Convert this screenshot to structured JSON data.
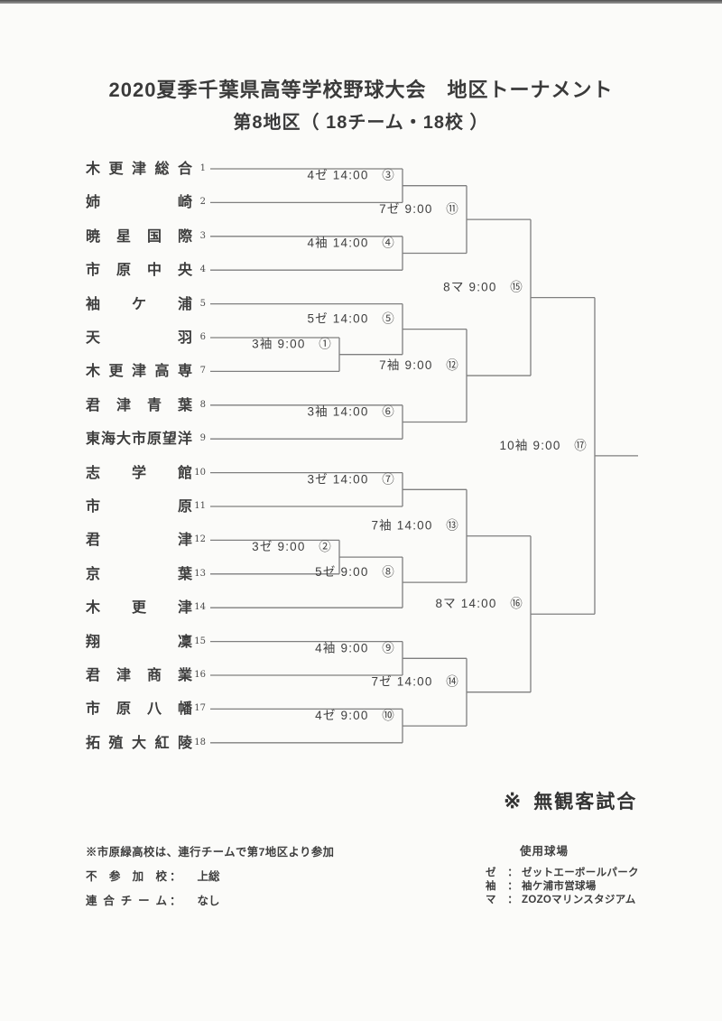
{
  "page": {
    "title": "2020夏季千葉県高等学校野球大会　地区トーナメント",
    "subtitle": "第8地区（ 18チーム・18校 ）"
  },
  "colors": {
    "ink": "#3e3e3e",
    "line": "#7f7f7f"
  },
  "teams": [
    {
      "seed": "1",
      "name": "木更津総合"
    },
    {
      "seed": "2",
      "name": "姉崎"
    },
    {
      "seed": "3",
      "name": "暁星国際"
    },
    {
      "seed": "4",
      "name": "市原中央"
    },
    {
      "seed": "5",
      "name": "袖ケ浦"
    },
    {
      "seed": "6",
      "name": "天羽"
    },
    {
      "seed": "7",
      "name": "木更津高専"
    },
    {
      "seed": "8",
      "name": "君津青葉"
    },
    {
      "seed": "9",
      "name": "東海大市原望洋"
    },
    {
      "seed": "10",
      "name": "志学館"
    },
    {
      "seed": "11",
      "name": "市原"
    },
    {
      "seed": "12",
      "name": "君津"
    },
    {
      "seed": "13",
      "name": "京葉"
    },
    {
      "seed": "14",
      "name": "木更津"
    },
    {
      "seed": "15",
      "name": "翔凜"
    },
    {
      "seed": "16",
      "name": "君津商業"
    },
    {
      "seed": "17",
      "name": "市原八幡"
    },
    {
      "seed": "18",
      "name": "拓殖大紅陵"
    }
  ],
  "bracket": {
    "matches": [
      {
        "id": "m1",
        "circle": "①",
        "schedule": "3袖 9:00",
        "round": "pod",
        "a": "t6",
        "b": "t7"
      },
      {
        "id": "m2",
        "circle": "②",
        "schedule": "3ゼ 9:00",
        "round": "pod",
        "a": "t12",
        "b": "t13"
      },
      {
        "id": "m3",
        "circle": "③",
        "schedule": "4ゼ 14:00",
        "round": "r1",
        "a": "t1",
        "b": "t2"
      },
      {
        "id": "m4",
        "circle": "④",
        "schedule": "4袖 14:00",
        "round": "r1",
        "a": "t3",
        "b": "t4"
      },
      {
        "id": "m5",
        "circle": "⑤",
        "schedule": "5ゼ 14:00",
        "round": "r1",
        "a": "t5",
        "b": "m1"
      },
      {
        "id": "m6",
        "circle": "⑥",
        "schedule": "3袖 14:00",
        "round": "r1",
        "a": "t8",
        "b": "t9"
      },
      {
        "id": "m7",
        "circle": "⑦",
        "schedule": "3ゼ 14:00",
        "round": "r1",
        "a": "t10",
        "b": "t11"
      },
      {
        "id": "m8",
        "circle": "⑧",
        "schedule": "5ゼ 9:00",
        "round": "r1",
        "a": "m2",
        "b": "t14"
      },
      {
        "id": "m9",
        "circle": "⑨",
        "schedule": "4袖 9:00",
        "round": "r1",
        "a": "t15",
        "b": "t16"
      },
      {
        "id": "m10",
        "circle": "⑩",
        "schedule": "4ゼ 9:00",
        "round": "r1",
        "a": "t17",
        "b": "t18"
      },
      {
        "id": "m11",
        "circle": "⑪",
        "schedule": "7ゼ 9:00",
        "round": "r2",
        "a": "m3",
        "b": "m4"
      },
      {
        "id": "m12",
        "circle": "⑫",
        "schedule": "7袖 9:00",
        "round": "r2",
        "a": "m5",
        "b": "m6"
      },
      {
        "id": "m13",
        "circle": "⑬",
        "schedule": "7袖 14:00",
        "round": "r2",
        "a": "m7",
        "b": "m8"
      },
      {
        "id": "m14",
        "circle": "⑭",
        "schedule": "7ゼ 14:00",
        "round": "r2",
        "a": "m9",
        "b": "m10"
      },
      {
        "id": "m15",
        "circle": "⑮",
        "schedule": "8マ 9:00",
        "round": "r3",
        "a": "m11",
        "b": "m12"
      },
      {
        "id": "m16",
        "circle": "⑯",
        "schedule": "8マ 14:00",
        "round": "r3",
        "a": "m13",
        "b": "m14"
      },
      {
        "id": "m17",
        "circle": "⑰",
        "schedule": "10袖 9:00",
        "round": "final",
        "a": "m15",
        "b": "m16"
      }
    ]
  },
  "no_spectators": {
    "mark": "※",
    "text": "無観客試合"
  },
  "notes": {
    "footnote": "※市原緑高校は、連行チームで第7地区より参加",
    "non_participating": {
      "label": "不参加校",
      "colon": "：",
      "value": "上総"
    },
    "combined_team": {
      "label": "連合チーム",
      "colon": "：",
      "value": "なし"
    }
  },
  "venues": {
    "header": "使用球場",
    "items": [
      {
        "code": "ゼ",
        "colon": "：",
        "name": "ゼットエーボールパーク"
      },
      {
        "code": "袖",
        "colon": "：",
        "name": "袖ケ浦市営球場"
      },
      {
        "code": "マ",
        "colon": "：",
        "name": "ZOZOマリンスタジアム"
      }
    ]
  }
}
